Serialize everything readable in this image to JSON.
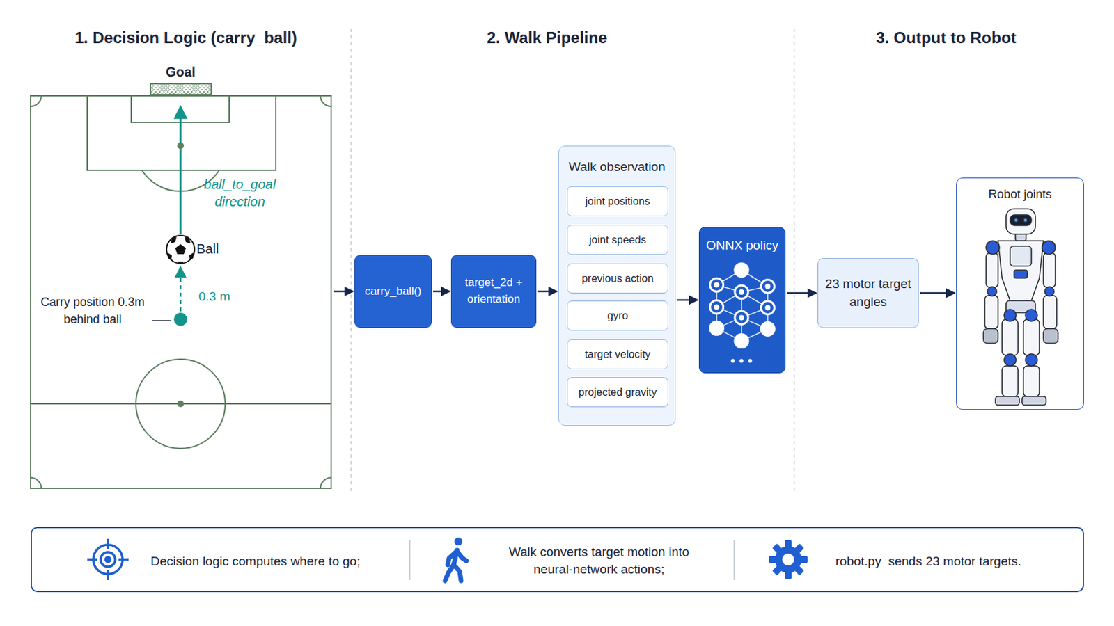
{
  "diagram": {
    "nodes": [
      {
        "text": [
          "carry_ball()"
        ]
      },
      {
        "text": [
          "target_2d + orientation"
        ]
      },
      {
        "text": [
          "Walk observation"
        ]
      },
      {
        "text": [
          "joint positions"
        ],
        "in": 2
      },
      {
        "text": [
          "joint speeds"
        ],
        "in": 2
      },
      {
        "text": [
          "previous action"
        ],
        "in": 2
      },
      {
        "text": [
          "gyro"
        ],
        "in": 2
      },
      {
        "text": [
          "target velocity"
        ],
        "in": 2
      },
      {
        "text": [
          "projected gravity"
        ],
        "in": 2
      },
      {
        "text": [
          "ONNX policy"
        ]
      },
      {
        "text": [
          "23 motor target angles"
        ]
      },
      {
        "text": [
          "Robot joints"
        ]
      },
      {
        "text": [
          "Decision logic computes where to go;",
          "Walk converts target motion into neural-network actions;",
          "robot.py  sends 23 motor targets."
        ]
      }
    ],
    "edges": [
      {
        "from": 0,
        "to": 1,
        "arrow": "to"
      },
      {
        "from": 1,
        "to": 2,
        "arrow": "to"
      },
      {
        "from": 2,
        "to": 9,
        "arrow": "to"
      },
      {
        "from": 9,
        "to": 10,
        "arrow": "to"
      },
      {
        "from": 10,
        "to": 11,
        "arrow": "to"
      }
    ],
    "labels": [
      "1. Decision Logic (carry_ball)",
      "2. Walk Pipeline",
      "3. Output to Robot",
      "Goal",
      "ball_to_goal direction",
      "Ball",
      "0.3 m",
      "Carry position 0.3m behind ball"
    ]
  }
}
